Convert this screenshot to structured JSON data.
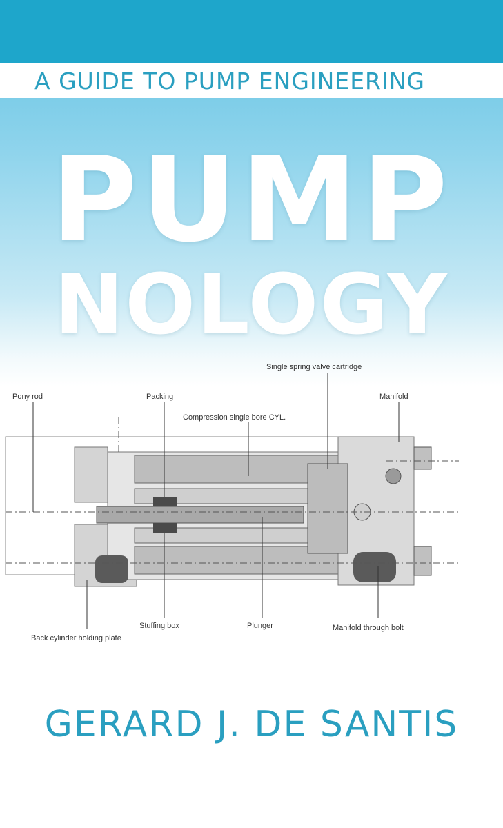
{
  "cover": {
    "subtitle": "A GUIDE TO PUMP ENGINEERING",
    "title_line1": "PUMP",
    "title_line2": "NOLOGY",
    "author": "GERARD J. DE SANTIS"
  },
  "diagram": {
    "labels": {
      "pony_rod": "Pony rod",
      "packing": "Packing",
      "valve_cartridge": "Single spring valve cartridge",
      "manifold": "Manifold",
      "compression_cyl": "Compression single bore CYL.",
      "back_plate": "Back cylinder holding plate",
      "stuffing_box": "Stuffing box",
      "plunger": "Plunger",
      "through_bolt": "Manifold through bolt"
    }
  },
  "colors": {
    "top_band": "#1ea6cb",
    "accent_text": "#2a9fc0",
    "title_text": "#ffffff"
  }
}
